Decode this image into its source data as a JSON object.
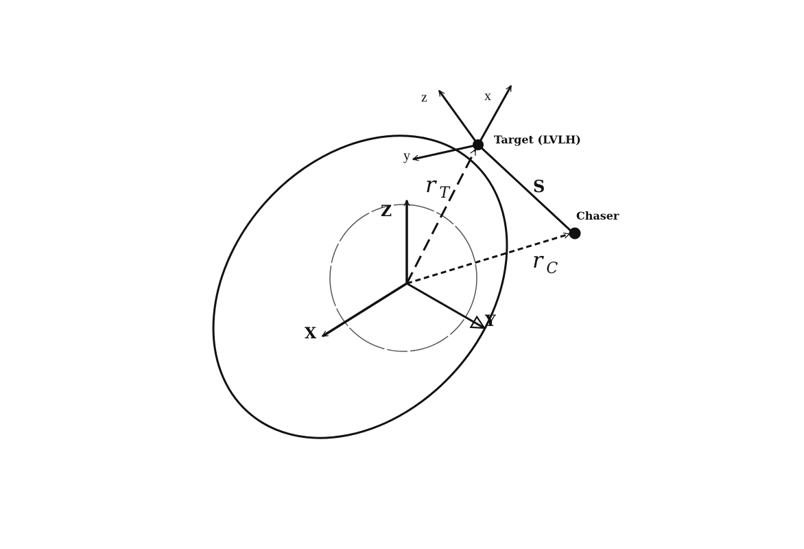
{
  "labels": {
    "inertial_x": "X",
    "inertial_y": "Y",
    "inertial_z": "Z",
    "lvlh_x": "x",
    "lvlh_y": "y",
    "lvlh_z": "z",
    "target": "Target (LVLH)",
    "chaser": "Chaser",
    "relative_vector": "S",
    "r_target_base": "r",
    "r_target_sub": "T",
    "r_chaser_base": "r",
    "r_chaser_sub": "C"
  },
  "colors": {
    "stroke": "#111111",
    "background": "#ffffff",
    "thin_circle": "#555555"
  }
}
